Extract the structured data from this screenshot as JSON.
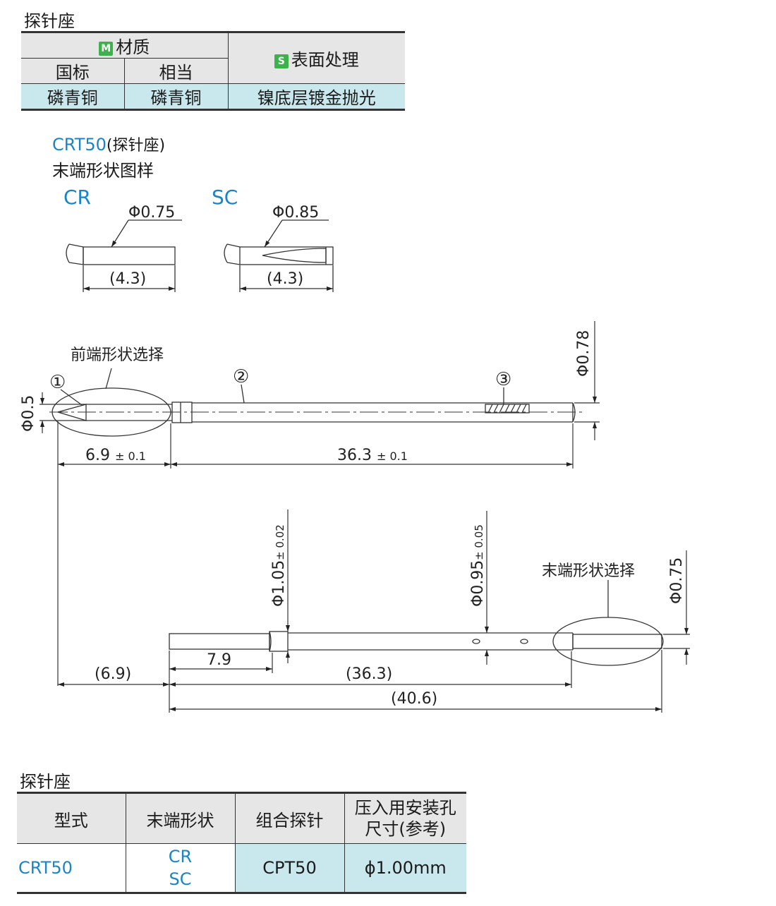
{
  "top_section": {
    "title": "探针座"
  },
  "material_table": {
    "material_badge": "M",
    "material_header": "材质",
    "col_national": "国标",
    "col_equivalent": "相当",
    "surface_badge": "S",
    "surface_header": "表面处理",
    "row": {
      "national": "磷青铜",
      "equivalent": "磷青铜",
      "surface": "镍底层镀金抛光"
    }
  },
  "model_heading": {
    "code": "CRT50",
    "suffix": "(探针座)"
  },
  "tip_shapes_title": "末端形状图样",
  "tip_shapes": [
    {
      "code": "CR",
      "diameter": "Φ0.75",
      "length": "(4.3)"
    },
    {
      "code": "SC",
      "diameter": "Φ0.85",
      "length": "(4.3)"
    }
  ],
  "main_drawing": {
    "front_shape_label": "前端形状选择",
    "part_marks": [
      "①",
      "②",
      "③"
    ],
    "tip_diameter": "Φ0.5",
    "body_diameter": "Φ0.78",
    "len_front": "6.9",
    "len_front_tol": "± 0.1",
    "len_body": "36.3",
    "len_body_tol": "± 0.1"
  },
  "lower_drawing": {
    "d_collar": "Φ1.05",
    "d_collar_tol": "± 0.02",
    "d_mid": "Φ0.95",
    "d_mid_tol": "± 0.05",
    "end_shape_label": "末端形状选择",
    "d_end": "Φ0.75",
    "len_collar": "7.9",
    "len_front_ref": "(6.9)",
    "len_body_ref": "(36.3)",
    "len_total": "(40.6)"
  },
  "bottom_section": {
    "title": "探针座"
  },
  "spec_table": {
    "headers": [
      "型式",
      "末端形状",
      "组合探针",
      "压入用安装孔",
      "尺寸(参考)"
    ],
    "row": {
      "model": "CRT50",
      "shape_1": "CR",
      "shape_2": "SC",
      "probe": "CPT50",
      "hole": "ϕ1.00mm"
    }
  }
}
